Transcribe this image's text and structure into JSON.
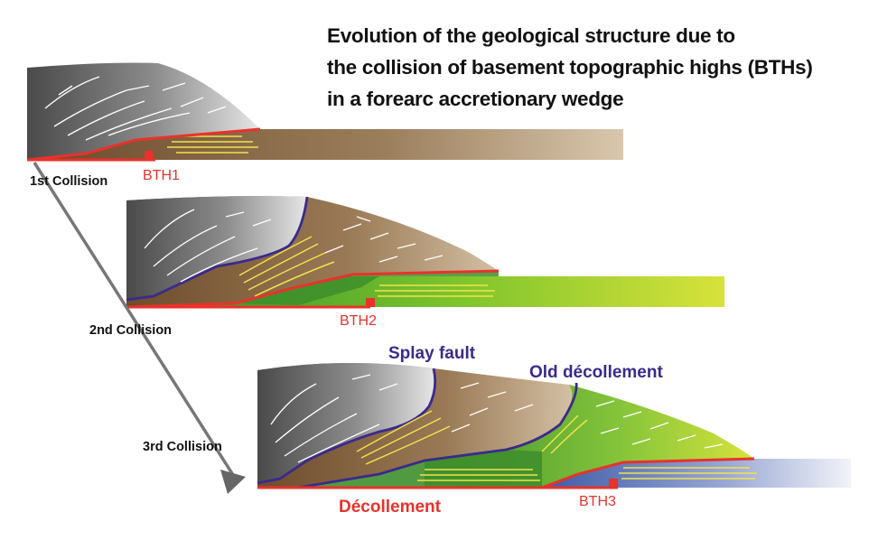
{
  "title": {
    "line1": "Evolution of the geological structure due to",
    "line2": "the collision of basement topographic highs (BTHs)",
    "line3": "in a forearc accretionary wedge"
  },
  "stages": [
    {
      "label": "1st Collision",
      "bth": "BTH1"
    },
    {
      "label": "2nd Collision",
      "bth": "BTH2"
    },
    {
      "label": "3rd Collision",
      "bth": "BTH3"
    }
  ],
  "annotations": {
    "splay_fault": "Splay fault",
    "old_decollement": "Old décollement",
    "decollement": "Décollement"
  },
  "colors": {
    "decollement_red": "#e8322b",
    "fault_blue": "#3a2a8c",
    "sediment_yellow": "#f2e34a",
    "label_blue": "#3a2a8c",
    "label_red": "#e8322b"
  }
}
